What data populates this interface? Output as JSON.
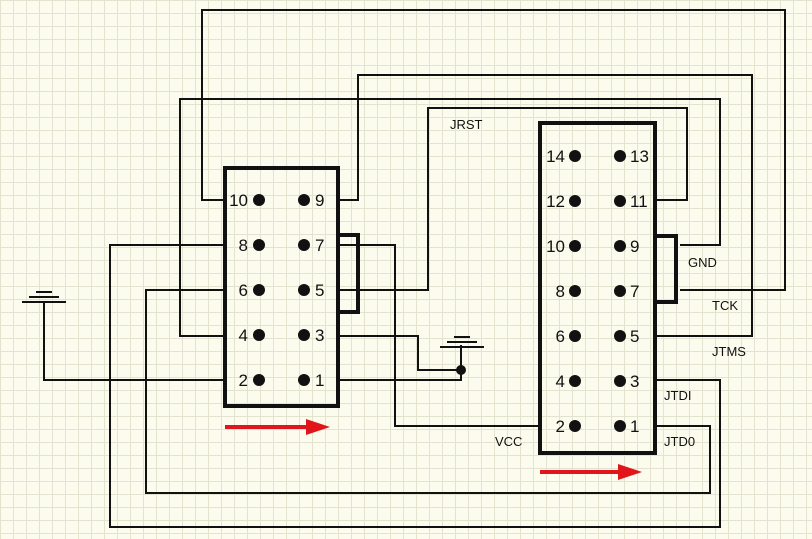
{
  "connector_left": {
    "pins": [
      {
        "n": "10",
        "side": "L",
        "row": 0
      },
      {
        "n": "9",
        "side": "R",
        "row": 0
      },
      {
        "n": "8",
        "side": "L",
        "row": 1
      },
      {
        "n": "7",
        "side": "R",
        "row": 1
      },
      {
        "n": "6",
        "side": "L",
        "row": 2
      },
      {
        "n": "5",
        "side": "R",
        "row": 2
      },
      {
        "n": "4",
        "side": "L",
        "row": 3
      },
      {
        "n": "3",
        "side": "R",
        "row": 3
      },
      {
        "n": "2",
        "side": "L",
        "row": 4
      },
      {
        "n": "1",
        "side": "R",
        "row": 4
      }
    ]
  },
  "connector_right": {
    "pins": [
      {
        "n": "14",
        "side": "L",
        "row": 0
      },
      {
        "n": "13",
        "side": "R",
        "row": 0
      },
      {
        "n": "12",
        "side": "L",
        "row": 1
      },
      {
        "n": "11",
        "side": "R",
        "row": 1
      },
      {
        "n": "10",
        "side": "L",
        "row": 2
      },
      {
        "n": "9",
        "side": "R",
        "row": 2
      },
      {
        "n": "8",
        "side": "L",
        "row": 3
      },
      {
        "n": "7",
        "side": "R",
        "row": 3
      },
      {
        "n": "6",
        "side": "L",
        "row": 4
      },
      {
        "n": "5",
        "side": "R",
        "row": 4
      },
      {
        "n": "4",
        "side": "L",
        "row": 5
      },
      {
        "n": "3",
        "side": "R",
        "row": 5
      },
      {
        "n": "2",
        "side": "L",
        "row": 6
      },
      {
        "n": "1",
        "side": "R",
        "row": 6
      }
    ]
  },
  "net_labels": {
    "jrst": "JRST",
    "gnd": "GND",
    "tck": "TCK",
    "jtms": "JTMS",
    "jtdi": "JTDI",
    "jtdo": "JTD0",
    "vcc": "VCC"
  },
  "colors": {
    "background": "#fbfbee",
    "grid": "#e3e3cf",
    "wire": "#111111",
    "arrow": "#e0161a"
  }
}
